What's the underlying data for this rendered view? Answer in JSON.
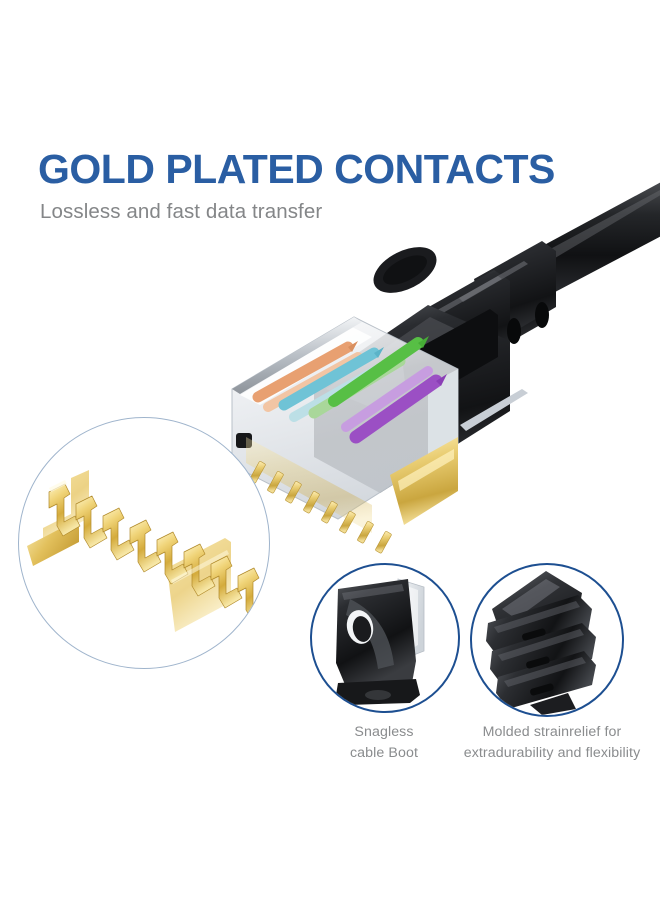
{
  "product": {
    "headline": "GOLD PLATED CONTACTS",
    "subhead": "Lossless and fast data transfer"
  },
  "callouts": [
    {
      "id": "gold-contacts",
      "shape": "large-circle",
      "caption": "",
      "subject": "gold-plated-contact-pins",
      "pin_count": 8,
      "ring_color": "#9fb4cc"
    },
    {
      "id": "snagless-boot",
      "shape": "small-circle",
      "caption_line1": "Snagless",
      "caption_line2": "cable Boot",
      "subject": "snagless-cable-boot",
      "ring_color": "#1d4f91"
    },
    {
      "id": "molded-strainrelief",
      "shape": "small-circle",
      "caption_line1": "Molded strainrelief for",
      "caption_line2": "extradurability and flexibility",
      "subject": "molded-strain-relief",
      "ring_color": "#1d4f91"
    }
  ],
  "connector": {
    "type": "RJ45 Ethernet plug",
    "housing": "transparent",
    "contact_count": 8,
    "contact_color": "#d8b24a",
    "boot_color": "#232325",
    "wire_colors": [
      "#e8a071",
      "#f0c0a0",
      "#7fc9d8",
      "#b8dde4",
      "#9fd08a",
      "#5fbf4a",
      "#9b4fc4",
      "#c79de0"
    ]
  },
  "palette": {
    "background": "#ffffff",
    "brand_blue": "#2a5ea3",
    "ring_blue": "#1d4f91",
    "text_gray": "#848688",
    "gold": "#e0bc5a"
  }
}
